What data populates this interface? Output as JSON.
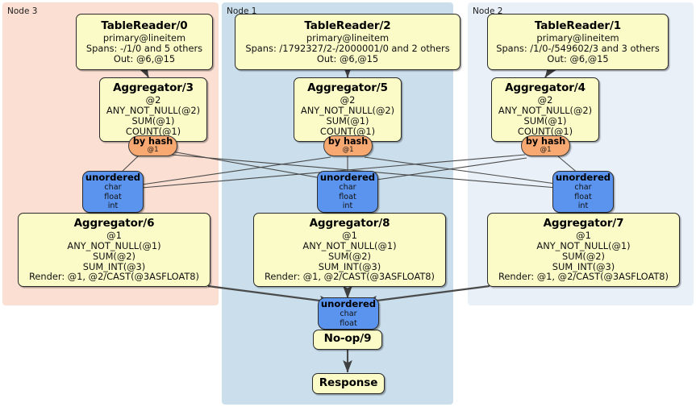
{
  "diagram": {
    "title": "Distributed query execution plan",
    "colors": {
      "panel_node3": "#fbdfd2",
      "panel_node1": "#cadeeb",
      "panel_node2": "#eaf0f8",
      "processor_fill": "#fbfbc8",
      "router_fill": "#f8a972",
      "sync_fill": "#5b94ee",
      "edge": "#4a4a4a",
      "border": "#2a2a2a",
      "background": "#ffffff"
    }
  },
  "panels": [
    {
      "id": "node3",
      "label": "Node 3"
    },
    {
      "id": "node1",
      "label": "Node 1"
    },
    {
      "id": "node2",
      "label": "Node 2"
    }
  ],
  "nodes": {
    "tablereader_0": {
      "title": "TableReader/0",
      "lines": [
        "primary@lineitem",
        "Spans: -/1/0 and 5 others",
        "Out: @6,@15"
      ]
    },
    "tablereader_2": {
      "title": "TableReader/2",
      "lines": [
        "primary@lineitem",
        "Spans: /1792327/2-/2000001/0 and 2 others",
        "Out: @6,@15"
      ]
    },
    "tablereader_1": {
      "title": "TableReader/1",
      "lines": [
        "primary@lineitem",
        "Spans: /1/0-/549602/3 and 3 others",
        "Out: @6,@15"
      ]
    },
    "aggregator_3": {
      "title": "Aggregator/3",
      "lines": [
        "@2",
        "ANY_NOT_NULL(@2)",
        "SUM(@1)",
        "COUNT(@1)"
      ]
    },
    "aggregator_5": {
      "title": "Aggregator/5",
      "lines": [
        "@2",
        "ANY_NOT_NULL(@2)",
        "SUM(@1)",
        "COUNT(@1)"
      ]
    },
    "aggregator_4": {
      "title": "Aggregator/4",
      "lines": [
        "@2",
        "ANY_NOT_NULL(@2)",
        "SUM(@1)",
        "COUNT(@1)"
      ]
    },
    "aggregator_6": {
      "title": "Aggregator/6",
      "lines": [
        "@1",
        "ANY_NOT_NULL(@1)",
        "SUM(@2)",
        "SUM_INT(@3)",
        "Render: @1, @2/CAST(@3ASFLOAT8)"
      ]
    },
    "aggregator_8": {
      "title": "Aggregator/8",
      "lines": [
        "@1",
        "ANY_NOT_NULL(@1)",
        "SUM(@2)",
        "SUM_INT(@3)",
        "Render: @1, @2/CAST(@3ASFLOAT8)"
      ]
    },
    "aggregator_7": {
      "title": "Aggregator/7",
      "lines": [
        "@1",
        "ANY_NOT_NULL(@1)",
        "SUM(@2)",
        "SUM_INT(@3)",
        "Render: @1, @2/CAST(@3ASFLOAT8)"
      ]
    },
    "router_left": {
      "title": "by hash",
      "detail": "@1"
    },
    "router_center": {
      "title": "by hash",
      "detail": "@1"
    },
    "router_right": {
      "title": "by hash",
      "detail": "@1"
    },
    "sync_left": {
      "title": "unordered",
      "lines": [
        "char",
        "float",
        "int"
      ]
    },
    "sync_center": {
      "title": "unordered",
      "lines": [
        "char",
        "float",
        "int"
      ]
    },
    "sync_right": {
      "title": "unordered",
      "lines": [
        "char",
        "float",
        "int"
      ]
    },
    "sync_final": {
      "title": "unordered",
      "lines": [
        "char",
        "float"
      ]
    },
    "noop_9": {
      "title": "No-op/9"
    },
    "response": {
      "title": "Response"
    }
  }
}
